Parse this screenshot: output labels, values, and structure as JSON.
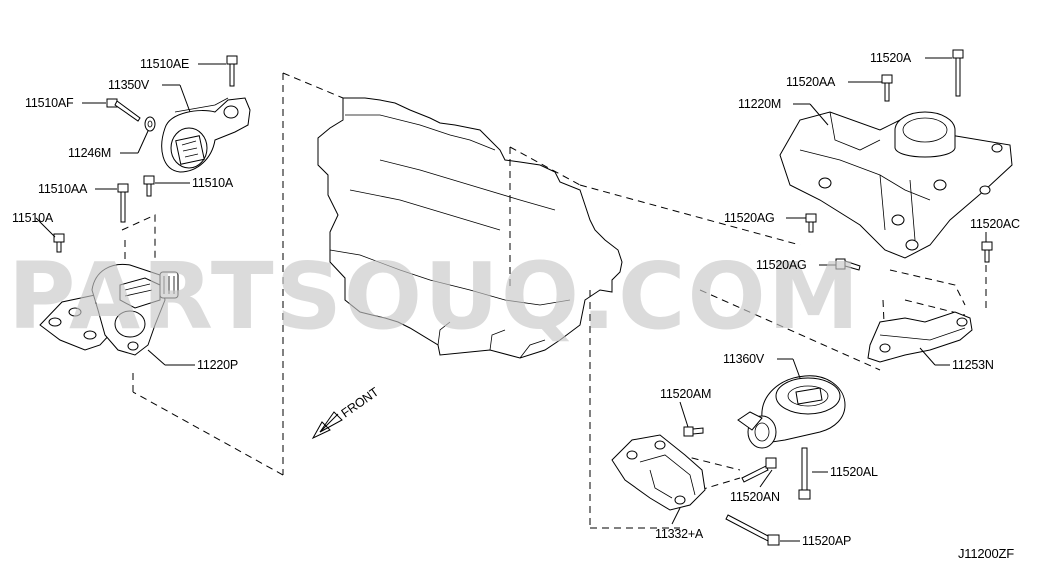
{
  "watermark": "PARTSOUQ.COM",
  "diagram_code": "J11200ZF",
  "direction_label": "FRONT",
  "labels": {
    "l_11510AE": "11510AE",
    "l_11350V": "11350V",
    "l_11510AF": "11510AF",
    "l_11246M": "11246M",
    "l_11510AA": "11510AA",
    "l_11510A_top": "11510A",
    "l_11510A_left": "11510A",
    "l_11220P": "11220P",
    "l_11520A": "11520A",
    "l_11520AA": "11520AA",
    "l_11220M": "11220M",
    "l_11520AG_1": "11520AG",
    "l_11520AC": "11520AC",
    "l_11520AG_2": "11520AG",
    "l_11253N": "11253N",
    "l_11360V": "11360V",
    "l_11520AM": "11520AM",
    "l_11520AL": "11520AL",
    "l_11520AN": "11520AN",
    "l_11332A": "11332+A",
    "l_11520AP": "11520AP"
  }
}
